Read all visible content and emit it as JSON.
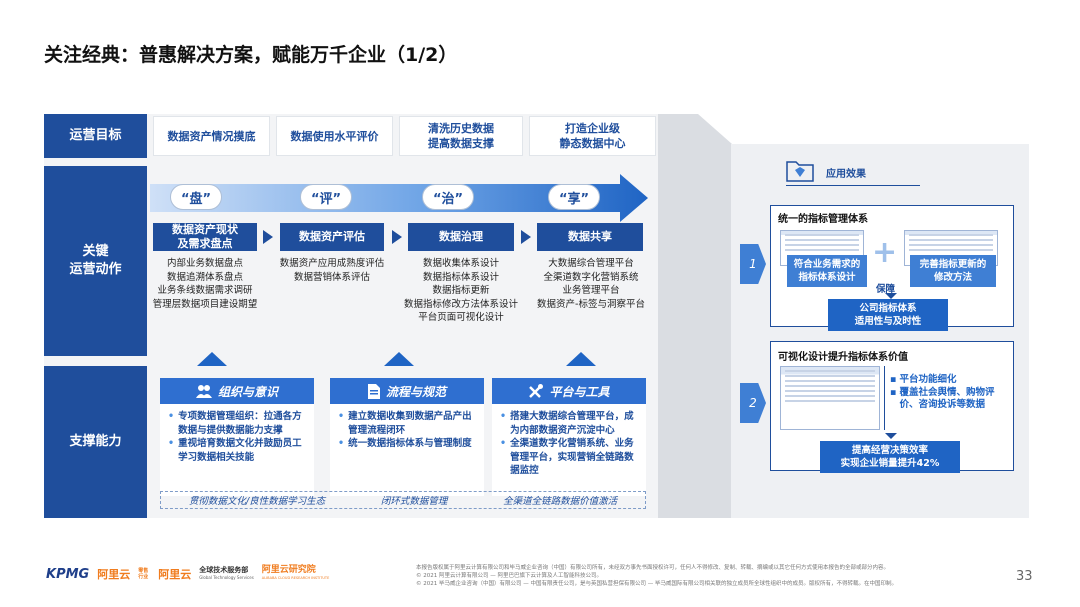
{
  "title": "关注经典：普惠解决方案，赋能万千企业（1/2）",
  "rows": {
    "goal_label": "运营目标",
    "action_label": "关键\n运营动作",
    "support_label": "支撑能力"
  },
  "goals": [
    "数据资产情况摸底",
    "数据使用水平评价",
    "清洗历史数据\n提高数据支撑",
    "打造企业级\n静态数据中心"
  ],
  "phases": [
    "“盘”",
    "“评”",
    "“治”",
    "“享”"
  ],
  "steps": [
    {
      "title": "数据资产现状\n及需求盘点",
      "items": [
        "内部业务数据盘点",
        "数据追溯体系盘点",
        "业务条线数据需求调研",
        "管理层数据项目建设期望"
      ]
    },
    {
      "title": "数据资产评估",
      "items": [
        "数据资产应用成熟度评估",
        "数据营销体系评估"
      ]
    },
    {
      "title": "数据治理",
      "items": [
        "数据收集体系设计",
        "数据指标体系设计",
        "数据指标更新",
        "数据指标修改方法体系设计",
        "平台页面可视化设计"
      ]
    },
    {
      "title": "数据共享",
      "items": [
        "大数据综合管理平台",
        "全渠道数字化营销系统",
        "业务管理平台",
        "数据资产-标签与洞察平台"
      ]
    }
  ],
  "capabilities": [
    {
      "icon": "people-icon",
      "title": "组织与意识",
      "items": [
        "专项数据管理组织：拉通各方数据与提供数据能力支撑",
        "重视培育数据文化并鼓励员工学习数据相关技能"
      ]
    },
    {
      "icon": "document-icon",
      "title": "流程与规范",
      "items": [
        "建立数据收集到数据产品产出管理流程闭环",
        "统一数据指标体系与管理制度"
      ]
    },
    {
      "icon": "tools-icon",
      "title": "平台与工具",
      "items": [
        "搭建大数据综合管理平台，成为内部数据资产沉淀中心",
        "全渠道数字化营销系统、业务管理平台，实现营销全链路数据监控"
      ]
    }
  ],
  "footer_tags": [
    "贯彻数据文化/良性数据学习生态",
    "闭环式数据管理",
    "全渠道全链路数据价值激活"
  ],
  "effects": {
    "heading": "应用效果",
    "cards": [
      {
        "num": "1",
        "title": "统一的指标管理体系",
        "badge_a": "符合业务需求的\n指标体系设计",
        "plus": "+",
        "badge_b": "完善指标更新的\n修改方法",
        "arrow_label": "保障",
        "result": "公司指标体系\n适用性与及时性"
      },
      {
        "num": "2",
        "title": "可视化设计提升指标体系价值",
        "bullets": [
          "平台功能细化",
          "覆盖社会舆情、购物评价、咨询投诉等数据"
        ],
        "result": "提高经营决策效率\n实现企业销量提升42%"
      }
    ]
  },
  "footer": {
    "logos": [
      "KPMG",
      "阿里云",
      "零售行业",
      "阿里云",
      "全球技术服务部",
      "Global Technology Services",
      "阿里云研究院",
      "ALIBABA CLOUD RESEARCH INSTITUTE"
    ],
    "disclaimer": [
      "本报告版权属于阿里云计算有限公司和毕马威企业咨询（中国）有限公司所有，未经双方事先书面授权许可，任何人不得修改、复制、转载、摘编或以其它任何方式使用本报告的全部或部分内容。",
      "© 2021 阿里云计算有限公司 — 阿里巴巴旗下云计算及人工智能科技公司。",
      "© 2021 毕马威企业咨询（中国）有限公司 — 中国有限责任公司，是与英国私营担保有限公司 — 毕马威国际有限公司相关联的独立成员所全球性组织中的成员。版权所有，不得转载。在中国印制。"
    ],
    "page": "33"
  },
  "colors": {
    "primary": "#1f4e9c",
    "accent": "#2f6fd0",
    "light": "#3f7fd4"
  }
}
